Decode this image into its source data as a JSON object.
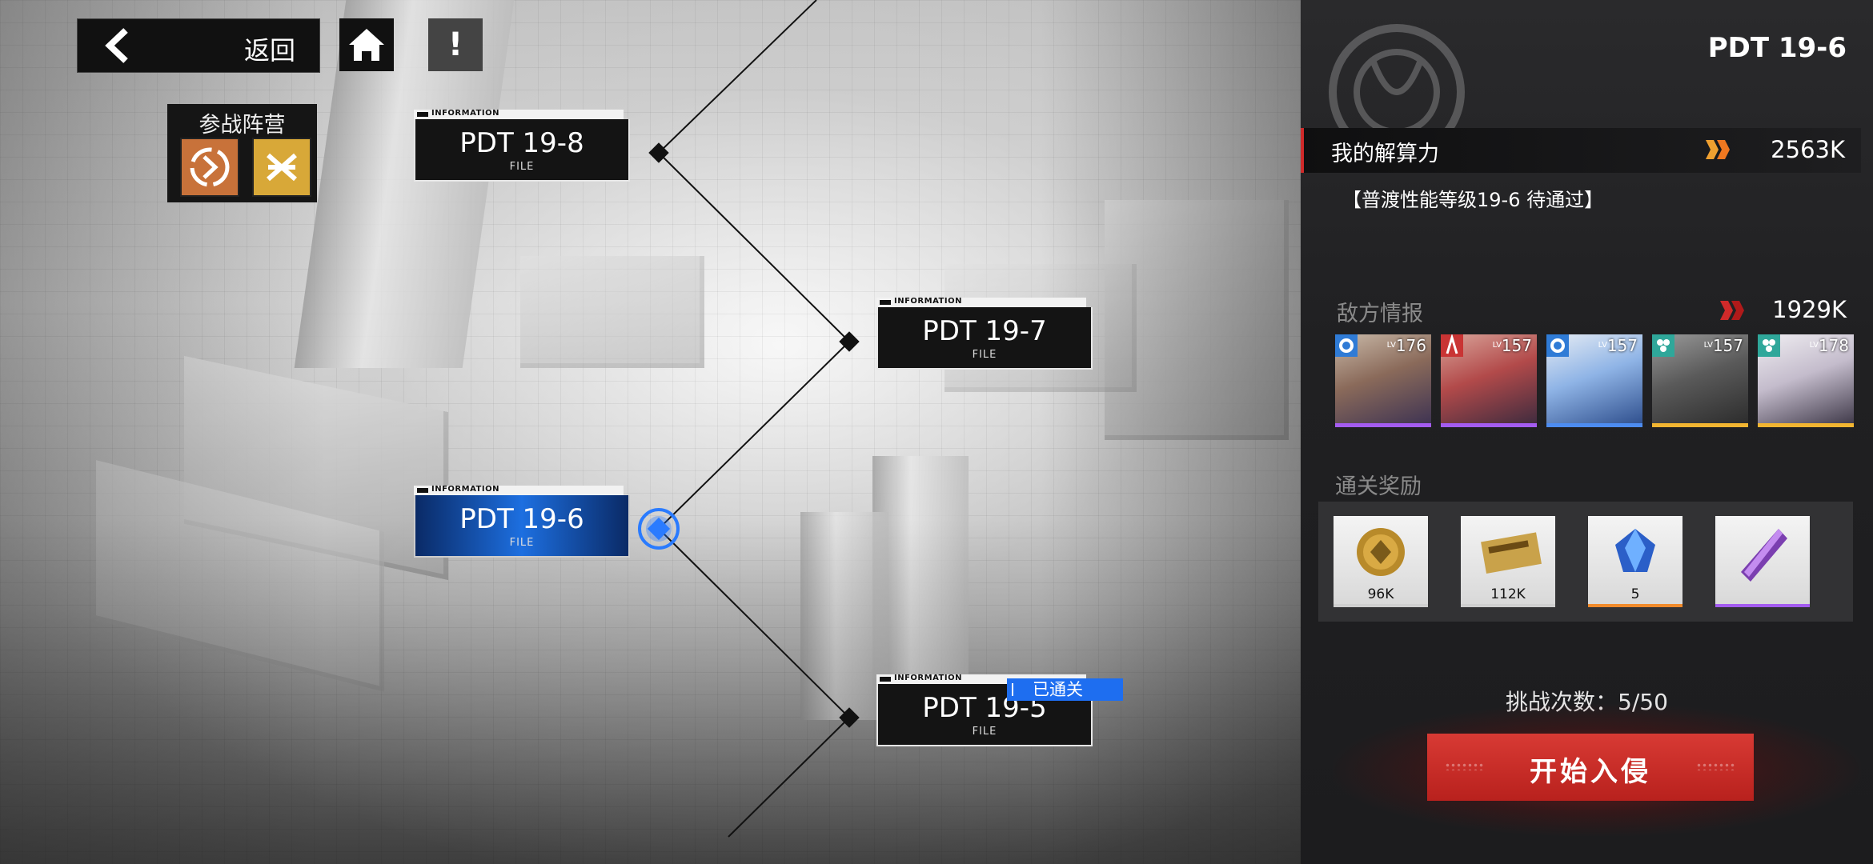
{
  "nav": {
    "back_label": "返回",
    "info_label": "!"
  },
  "faction": {
    "title": "参战阵营",
    "badges": [
      "orange-faction-icon",
      "yellow-faction-icon"
    ]
  },
  "stages": [
    {
      "name": "PDT 19-8",
      "tag": "INFORMATION",
      "sub": "FILE",
      "state": "locked"
    },
    {
      "name": "PDT 19-7",
      "tag": "INFORMATION",
      "sub": "FILE",
      "state": "locked"
    },
    {
      "name": "PDT 19-6",
      "tag": "INFORMATION",
      "sub": "FILE",
      "state": "selected"
    },
    {
      "name": "PDT 19-5",
      "tag": "INFORMATION",
      "sub": "FILE",
      "state": "cleared",
      "status": "已通关"
    }
  ],
  "panel": {
    "title": "PDT 19-6",
    "my_power_label": "我的解算力",
    "my_power": "2563K",
    "pending": "【普渡性能等级19-6 待通过】",
    "enemy_label": "敌方情报",
    "enemy_power": "1929K",
    "enemies": [
      {
        "level": "176",
        "lv": "LV",
        "class_icon": "gear-class-icon",
        "class_color": "#2f7bd6",
        "rarity_color": "#a45cf0"
      },
      {
        "level": "157",
        "lv": "LV",
        "class_icon": "tower-class-icon",
        "class_color": "#c93434",
        "rarity_color": "#a45cf0"
      },
      {
        "level": "157",
        "lv": "LV",
        "class_icon": "gear-class-icon",
        "class_color": "#2f7bd6",
        "rarity_color": "#4d8cf0"
      },
      {
        "level": "157",
        "lv": "LV",
        "class_icon": "flower-class-icon",
        "class_color": "#2fa79a",
        "rarity_color": "#f2b531"
      },
      {
        "level": "178",
        "lv": "LV",
        "class_icon": "flower-class-icon",
        "class_color": "#2fa79a",
        "rarity_color": "#f2b531"
      }
    ],
    "rewards_label": "通关奖励",
    "rewards": [
      {
        "icon": "gold-coin-icon",
        "qty": "96K",
        "bar_color": "#cfcfcf"
      },
      {
        "icon": "exp-card-icon",
        "qty": "112K",
        "bar_color": "#cfcfcf"
      },
      {
        "icon": "blue-crystal-icon",
        "qty": "5",
        "bar_color": "#f08a2a"
      },
      {
        "icon": "purple-shard-icon",
        "qty": "",
        "bar_color": "#a45cf0"
      }
    ],
    "attempts": "挑战次数：5/50",
    "start_label": "开始入侵"
  }
}
